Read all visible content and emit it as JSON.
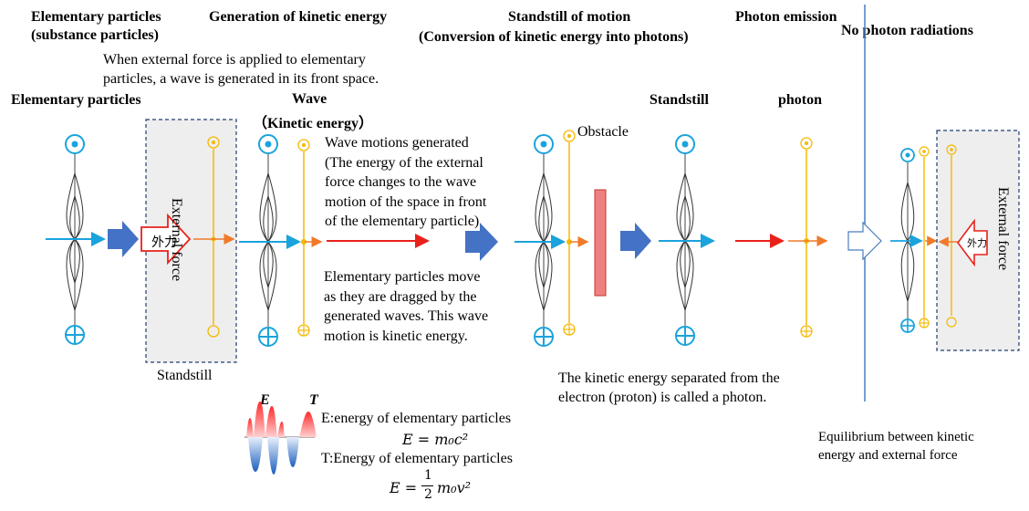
{
  "headers": {
    "h1_line1": "Elementary particles",
    "h1_line2": "(substance particles)",
    "h2": "Generation of kinetic energy",
    "h3_line1": "Standstill of motion",
    "h3_line2": "(Conversion of kinetic energy into photons)",
    "h4": "Photon emission",
    "h5": "No photon radiations"
  },
  "intro_line1": "When external force is applied to elementary",
  "intro_line2": "particles, a wave is generated in its front space.",
  "labels": {
    "elementary_particles": "Elementary particles",
    "wave": "Wave",
    "kinetic_energy": "（Kinetic energy）",
    "standstill": "Standstill",
    "photon": "photon",
    "obstacle": "Obstacle",
    "standstill_below": "Standstill",
    "external_force_vertical": "External force",
    "external_force_vertical_right": "External force",
    "force_kanji": "外力",
    "force_kanji_right": "外力"
  },
  "wave_text": [
    "Wave motions generated",
    "(The energy of the external",
    "force changes to the wave",
    "motion of the space in front",
    "of the elementary particle)"
  ],
  "move_text": [
    "Elementary particles move",
    "as they are dragged by the",
    "generated waves. This wave",
    "motion is kinetic energy."
  ],
  "photon_text": [
    "The kinetic energy separated from the",
    "electron (proton) is called a photon."
  ],
  "equilibrium_text": [
    "Equilibrium between kinetic",
    "energy and external force"
  ],
  "formula": {
    "E_label": "E",
    "T_label": "T",
    "e_desc": "E:energy of elementary particles",
    "e_eq": "E = m₀c²",
    "t_desc": "T:Energy of elementary particles",
    "t_eq_lhs": "E =",
    "t_eq_num": "1",
    "t_eq_den": "2",
    "t_eq_rhs": "m₀v²"
  },
  "colors": {
    "cyan": "#1aa3dc",
    "yellow": "#f5b800",
    "orange": "#ef7a2a",
    "red": "#e8211b",
    "blue_arrow": "#4472c4",
    "obstacle_fill": "#f08080",
    "divider": "#4a7fbf"
  }
}
